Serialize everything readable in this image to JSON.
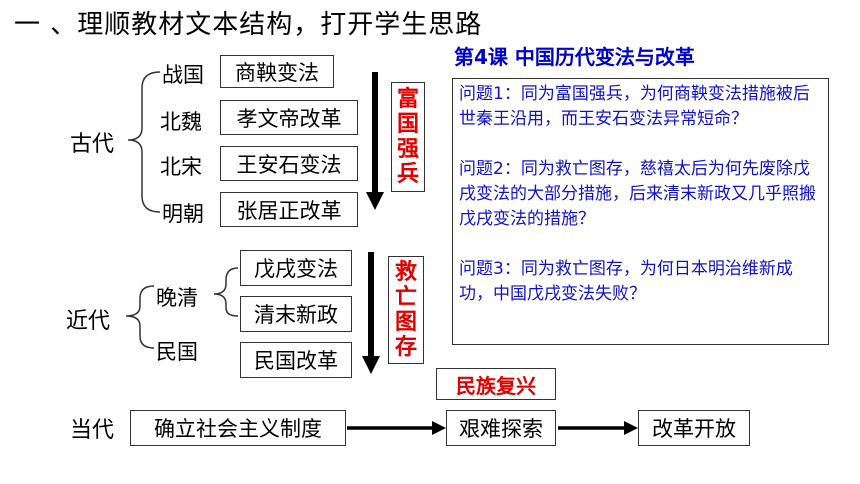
{
  "title": "一 、理顺教材文本结构，打开学生思路",
  "lesson_title": "第4课  中国历代变法与改革",
  "ancient": {
    "label": "古代",
    "items": [
      {
        "dynasty": "战国",
        "reform": "商鞅变法"
      },
      {
        "dynasty": "北魏",
        "reform": "孝文帝改革"
      },
      {
        "dynasty": "北宋",
        "reform": "王安石变法"
      },
      {
        "dynasty": "明朝",
        "reform": "张居正改革"
      }
    ],
    "theme": [
      "富",
      "国",
      "强",
      "兵"
    ]
  },
  "modern": {
    "label": "近代",
    "periods": [
      "晚清",
      "民国"
    ],
    "reforms": [
      "戊戌变法",
      "清末新政",
      "民国改革"
    ],
    "theme": [
      "救",
      "亡",
      "图",
      "存"
    ]
  },
  "contemporary": {
    "label": "当代",
    "steps": [
      "确立社会主义制度",
      "艰难探索",
      "改革开放"
    ],
    "theme": "民族复兴"
  },
  "questions": [
    "问题1：同为富国强兵，为何商鞅变法措施被后世秦王沿用，而王安石变法异常短命？",
    "问题2：同为救亡图存，慈禧太后为何先废除戊戌变法的大部分措施，后来清末新政又几乎照搬戊戌变法的措施？",
    "问题3：同为救亡图存，为何日本明治维新成功，中国戊戌变法失败？"
  ]
}
